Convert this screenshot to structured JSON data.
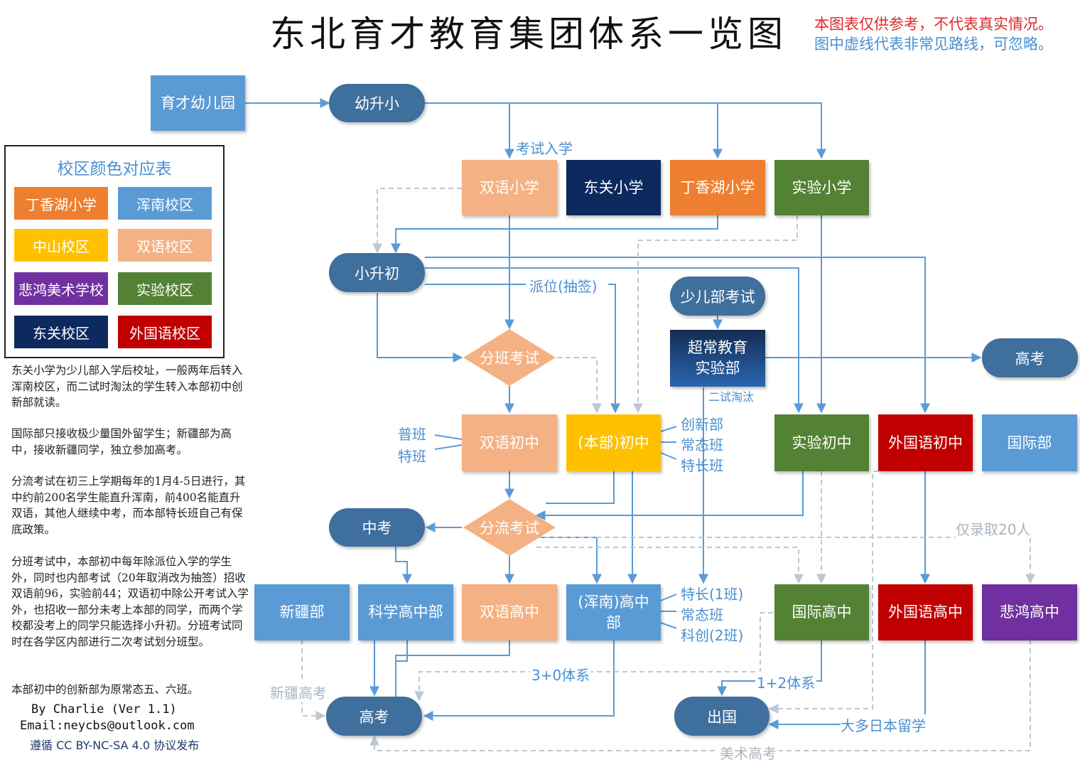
{
  "title": "东北育才教育集团体系一览图",
  "notes": {
    "disclaimer": "本图表仅供参考，不代表真实情况。",
    "dashed_hint": "图中虚线代表非常见路线，可忽略。"
  },
  "colors": {
    "dingxianghu": "#ef7f30",
    "hunnan": "#5b9bd5",
    "zhongshan": "#ffc000",
    "shuangyu": "#f4b183",
    "beihong": "#7030a0",
    "shiyan": "#548235",
    "dongguan": "#0d2a5e",
    "waiguoyu": "#c00000",
    "pill": "#3f6f9c",
    "line": "#5b9bd5",
    "dashed": "#bcc8d4"
  },
  "legend": {
    "title": "校区颜色对应表",
    "items": [
      {
        "label": "丁香湖小学",
        "color": "#ef7f30"
      },
      {
        "label": "浑南校区",
        "color": "#5b9bd5"
      },
      {
        "label": "中山校区",
        "color": "#ffc000"
      },
      {
        "label": "双语校区",
        "color": "#f4b183"
      },
      {
        "label": "悲鸿美术学校",
        "color": "#7030a0"
      },
      {
        "label": "实验校区",
        "color": "#548235"
      },
      {
        "label": "东关校区",
        "color": "#0d2a5e"
      },
      {
        "label": "外国语校区",
        "color": "#c00000"
      }
    ]
  },
  "nodes": {
    "kindergarten": "育才幼儿园",
    "you_sheng_xiao": "幼升小",
    "shuangyu_primary": "双语小学",
    "dongguan_primary": "东关小学",
    "dingxianghu_primary": "丁香湖小学",
    "shiyan_primary": "实验小学",
    "xiao_sheng_chu": "小升初",
    "shaoer_exam": "少儿部考试",
    "chaochang_line1": "超常教育",
    "chaochang_line2": "实验部",
    "gaokao_right": "高考",
    "fenban_exam": "分班考试",
    "shuangyu_middle": "双语初中",
    "benbu_middle": "(本部)初中",
    "shiyan_middle": "实验初中",
    "waiguoyu_middle": "外国语初中",
    "international_dept": "国际部",
    "zhongkao": "中考",
    "fenliu_exam": "分流考试",
    "xinjiang_dept": "新疆部",
    "science_high": "科学高中部",
    "shuangyu_high": "双语高中",
    "hunnan_high_line1": "(浑南)高中",
    "hunnan_high_line2": "部",
    "international_high": "国际高中",
    "waiguoyu_high": "外国语高中",
    "beihong_high": "悲鸿高中",
    "gaokao_bottom": "高考",
    "study_abroad": "出国"
  },
  "labels": {
    "exam_admission": "考试入学",
    "assignment_lottery": "派位(抽签)",
    "second_exam_elimination": "二试淘汰",
    "regular_class": "普班",
    "special_class": "特班",
    "innovation_dept": "创新部",
    "normal_class_middle": "常态班",
    "talent_class": "特长班",
    "talent_class_1": "特长(1班)",
    "normal_class_high": "常态班",
    "sci_innovation_2": "科创(2班)",
    "only_20": "仅录取20人",
    "system_3_0": "3+0体系",
    "system_1_2": "1+2体系",
    "xinjiang_gaokao": "新疆高考",
    "mostly_japan": "大多日本留学",
    "art_gaokao": "美术高考"
  },
  "paragraphs": [
    "东关小学为少儿部入学后校址，一般两年后转入浑南校区，而二试时淘汰的学生转入本部初中创新部就读。",
    "国际部只接收极少量国外留学生；新疆部为高中，接收新疆同学，独立参加高考。",
    "分流考试在初三上学期每年的1月4-5日进行，其中约前200名学生能直升浑南，前400名能直升双语，其他人继续中考，而本部特长班自己有保底政策。",
    "分班考试中，本部初中每年除派位入学的学生外，同时也内部考试（20年取消改为抽签）招收双语前96，实验前44；双语初中除公开考试入学外，也招收一部分未考上本部的同学，而两个学校都没考上的同学只能选择小升初。分班考试同时在各学区内部进行二次考试划分班型。",
    "本部初中的创新部为原常态五、六班。"
  ],
  "credits": {
    "author": "By Charlie  (Ver 1.1)",
    "email": "Email:neycbs@outlook.com",
    "license": "遵循 CC BY-NC-SA 4.0 协议发布"
  }
}
